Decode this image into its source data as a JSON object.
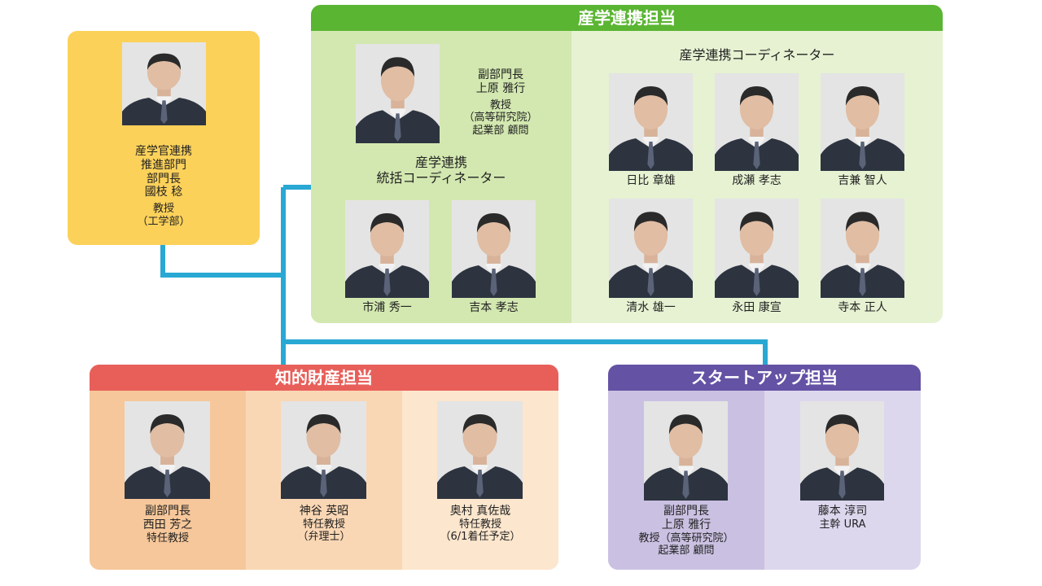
{
  "director": {
    "title_lines": [
      "産学官連携",
      "推進部門",
      "部門長"
    ],
    "name": "國枝 稔",
    "role_lines": [
      "教授",
      "（工学部）"
    ]
  },
  "collab": {
    "header": "産学連携担当",
    "vice": {
      "title": "副部門長",
      "name": "上原 雅行",
      "role_lines": [
        "教授",
        "（高等研究院）",
        "起業部 顧問"
      ]
    },
    "general_title_lines": [
      "産学連携",
      "統括コーディネーター"
    ],
    "general": [
      {
        "name": "市浦 秀一"
      },
      {
        "name": "吉本 孝志"
      }
    ],
    "coordinator_title": "産学連携コーディネーター",
    "coordinators": [
      {
        "name": "日比 章雄"
      },
      {
        "name": "成瀬 孝志"
      },
      {
        "name": "吉兼 智人"
      },
      {
        "name": "清水 雄一"
      },
      {
        "name": "永田 康宣"
      },
      {
        "name": "寺本 正人"
      }
    ]
  },
  "ip": {
    "header": "知的財産担当",
    "members": [
      {
        "title": "副部門長",
        "name": "西田 芳之",
        "role_lines": [
          "特任教授"
        ]
      },
      {
        "title": "",
        "name": "神谷 英昭",
        "role_lines": [
          "特任教授",
          "（弁理士）"
        ]
      },
      {
        "title": "",
        "name": "奥村 真佐哉",
        "role_lines": [
          "特任教授",
          "（6/1着任予定）"
        ]
      }
    ]
  },
  "startup": {
    "header": "スタートアップ担当",
    "members": [
      {
        "title": "副部門長",
        "name": "上原 雅行",
        "role_lines": [
          "教授（高等研究院）",
          "起業部 顧問"
        ]
      },
      {
        "title": "",
        "name": "藤本 淳司",
        "role_lines": [
          "主幹 URA"
        ]
      }
    ]
  },
  "colors": {
    "connector": "#29a8d4",
    "director_bg": "#fcd15a",
    "collab_header": "#5ab532",
    "collab_bg": "#d3e8b0",
    "collab_bg_light": "#e6f2d2",
    "ip_header": "#e85f5a",
    "ip_bg1": "#f6c79a",
    "ip_bg2": "#fad7b4",
    "ip_bg3": "#fce6cd",
    "startup_header": "#6452a4",
    "startup_bg1": "#cac1e2",
    "startup_bg2": "#ddd7ee"
  }
}
